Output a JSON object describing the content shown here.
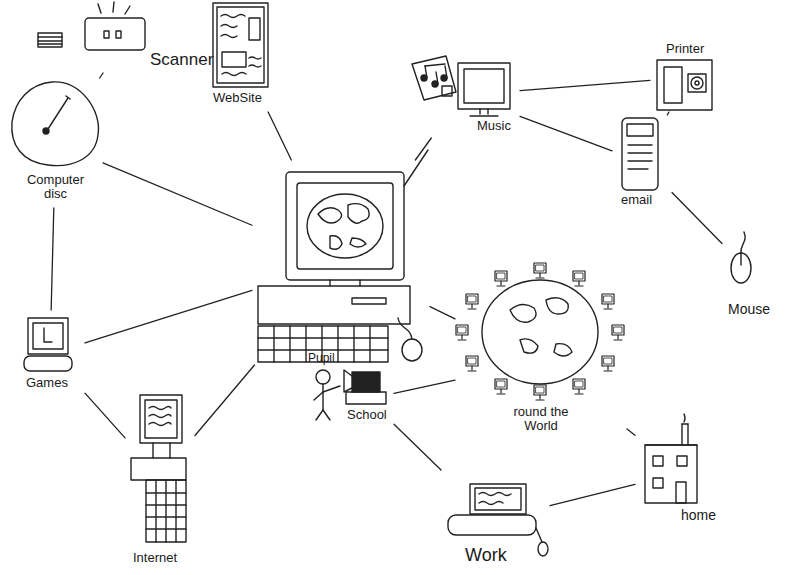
{
  "diagram": {
    "nodes": [
      {
        "text": [
          "Scanner"
        ]
      },
      {
        "text": [
          "WebSite"
        ]
      },
      {
        "text": [
          "Music"
        ]
      },
      {
        "text": [
          "Printer"
        ]
      },
      {
        "text": [
          "email"
        ]
      },
      {
        "text": [
          "Mouse"
        ]
      },
      {
        "text": [
          "Computer disc"
        ]
      },
      {
        "text": [
          "Games"
        ]
      },
      {
        "text": [
          "Internet"
        ]
      },
      {
        "text": []
      },
      {
        "text": [
          "School"
        ]
      },
      {
        "text": [
          "round the World"
        ]
      },
      {
        "text": [
          "home"
        ]
      },
      {
        "text": [
          "Work"
        ]
      }
    ],
    "edges": [
      {
        "from": 0,
        "to": 6,
        "arrow": "none"
      },
      {
        "from": 6,
        "to": 9,
        "arrow": "none"
      },
      {
        "from": 6,
        "to": 7,
        "arrow": "none"
      },
      {
        "from": 1,
        "to": 9,
        "arrow": "none"
      },
      {
        "from": 9,
        "to": 2,
        "arrow": "none"
      },
      {
        "from": 2,
        "to": 3,
        "arrow": "none"
      },
      {
        "from": 2,
        "to": 4,
        "arrow": "none"
      },
      {
        "from": 4,
        "to": 3,
        "arrow": "none"
      },
      {
        "from": 4,
        "to": 5,
        "arrow": "none"
      },
      {
        "from": 7,
        "to": 9,
        "arrow": "none"
      },
      {
        "from": 7,
        "to": 8,
        "arrow": "none"
      },
      {
        "from": 8,
        "to": 9,
        "arrow": "none"
      },
      {
        "from": 9,
        "to": 11,
        "arrow": "none"
      },
      {
        "from": 10,
        "to": 11,
        "arrow": "none"
      },
      {
        "from": 11,
        "to": 12,
        "arrow": "none"
      },
      {
        "from": 10,
        "to": 13,
        "arrow": "none"
      },
      {
        "from": 13,
        "to": 12,
        "arrow": "none"
      }
    ],
    "labels": [
      "Pupil"
    ]
  }
}
